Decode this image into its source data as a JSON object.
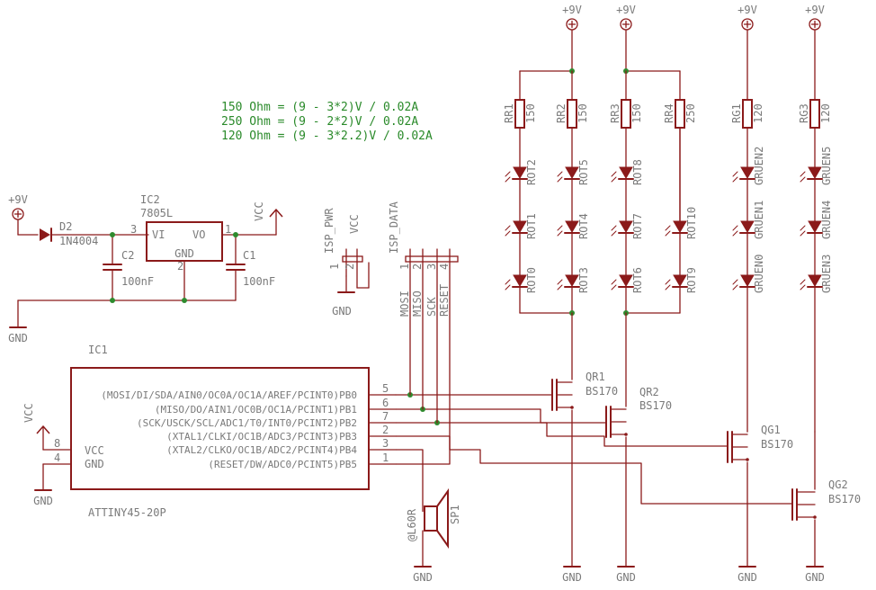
{
  "note_lines": [
    "150 Ohm = (9 - 3*2)V / 0.02A",
    "250 Ohm = (9 - 2*2)V / 0.02A",
    "120 Ohm = (9 - 3*2.2)V / 0.02A"
  ],
  "colors": {
    "wire": "#8b1a1a",
    "text": "#7a7a7a",
    "note": "#2a8a2a",
    "junction": "#2e8b2e"
  },
  "power": {
    "rail_9v": "+9V",
    "vcc": "VCC",
    "gnd": "GND"
  },
  "regulator": {
    "name": "IC2",
    "value": "7805L",
    "pin_vi": "VI",
    "pin_vo": "VO",
    "pin_gnd": "GND",
    "pin1": "1",
    "pin2": "2",
    "pin3": "3"
  },
  "diode": {
    "name": "D2",
    "value": "1N4004"
  },
  "caps": [
    {
      "name": "C2",
      "value": "100nF"
    },
    {
      "name": "C1",
      "value": "100nF"
    }
  ],
  "isp_pwr": {
    "name": "ISP_PWR",
    "p1": "1",
    "p2": "2"
  },
  "isp_data": {
    "name": "ISP_DATA",
    "pins": [
      "1",
      "2",
      "3",
      "4"
    ],
    "signals": [
      "MOSI",
      "MISO",
      "SCK",
      "RESET"
    ]
  },
  "mcu": {
    "name": "IC1",
    "value": "ATTINY45-20P",
    "left_pins": [
      {
        "num": "8",
        "label": "VCC"
      },
      {
        "num": "4",
        "label": "GND"
      }
    ],
    "right_pins": [
      {
        "num": "5",
        "label": "(MOSI/DI/SDA/AIN0/OC0A/OC1A/AREF/PCINT0)PB0"
      },
      {
        "num": "6",
        "label": "(MISO/DO/AIN1/OC0B/OC1A/PCINT1)PB1"
      },
      {
        "num": "7",
        "label": "(SCK/USCK/SCL/ADC1/T0/INT0/PCINT2)PB2"
      },
      {
        "num": "2",
        "label": "(XTAL1/CLKI/OC1B/ADC3/PCINT3)PB3"
      },
      {
        "num": "3",
        "label": "(XTAL2/CLKO/OC1B/ADC2/PCINT4)PB4"
      },
      {
        "num": "1",
        "label": "(RESET/DW/ADC0/PCINT5)PB5"
      }
    ]
  },
  "speaker": {
    "name": "SP1",
    "value": "@L60R"
  },
  "resistors": [
    {
      "name": "RR1",
      "value": "150"
    },
    {
      "name": "RR2",
      "value": "150"
    },
    {
      "name": "RR3",
      "value": "150"
    },
    {
      "name": "RR4",
      "value": "250"
    },
    {
      "name": "RG1",
      "value": "120"
    },
    {
      "name": "RG3",
      "value": "120"
    }
  ],
  "leds": [
    [
      "ROT2",
      "ROT1",
      "ROT0"
    ],
    [
      "ROT5",
      "ROT4",
      "ROT3"
    ],
    [
      "ROT8",
      "ROT7",
      "ROT6"
    ],
    [
      "ROT10",
      "ROT9"
    ],
    [
      "GRUEN2",
      "GRUEN1",
      "GRUEN0"
    ],
    [
      "GRUEN5",
      "GRUEN4",
      "GRUEN3"
    ]
  ],
  "transistors": [
    {
      "name": "QR1",
      "value": "BS170"
    },
    {
      "name": "QR2",
      "value": "BS170"
    },
    {
      "name": "QG1",
      "value": "BS170"
    },
    {
      "name": "QG2",
      "value": "BS170"
    }
  ]
}
